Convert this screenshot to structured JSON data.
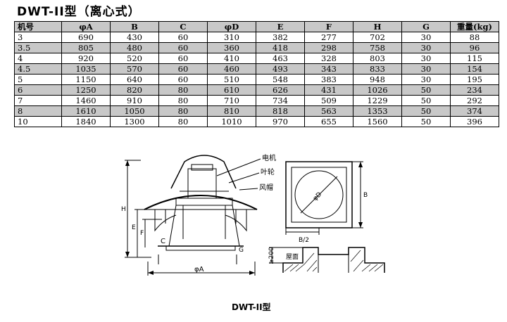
{
  "title": "DWT-II型（离心式）",
  "table": {
    "headers": [
      "机号",
      "φA",
      "B",
      "C",
      "φD",
      "E",
      "F",
      "H",
      "G",
      "重量(kg)"
    ],
    "rows": [
      [
        "3",
        "690",
        "430",
        "60",
        "310",
        "382",
        "277",
        "702",
        "30",
        "88"
      ],
      [
        "3.5",
        "805",
        "480",
        "60",
        "360",
        "418",
        "298",
        "758",
        "30",
        "96"
      ],
      [
        "4",
        "920",
        "520",
        "60",
        "410",
        "463",
        "328",
        "803",
        "30",
        "115"
      ],
      [
        "4.5",
        "1035",
        "570",
        "60",
        "460",
        "493",
        "343",
        "833",
        "30",
        "154"
      ],
      [
        "5",
        "1150",
        "640",
        "60",
        "510",
        "548",
        "383",
        "948",
        "30",
        "195"
      ],
      [
        "6",
        "1250",
        "820",
        "80",
        "610",
        "626",
        "431",
        "1026",
        "50",
        "234"
      ],
      [
        "7",
        "1460",
        "910",
        "80",
        "710",
        "734",
        "509",
        "1229",
        "50",
        "292"
      ],
      [
        "8",
        "1610",
        "1050",
        "80",
        "810",
        "818",
        "563",
        "1353",
        "50",
        "374"
      ],
      [
        "10",
        "1840",
        "1300",
        "80",
        "1010",
        "970",
        "655",
        "1560",
        "50",
        "396"
      ]
    ]
  },
  "drawing": {
    "label_motor": "电机",
    "label_impeller": "叶轮",
    "label_hood": "风帽",
    "label_H": "H",
    "label_E": "E",
    "label_F": "F",
    "label_C": "C",
    "label_G": "G",
    "label_A": "φA",
    "label_D": "φD",
    "label_B": "B",
    "label_B2": "B/2",
    "label_roof": "屋面",
    "label_200": "≥200"
  },
  "caption": "DWT-II型"
}
